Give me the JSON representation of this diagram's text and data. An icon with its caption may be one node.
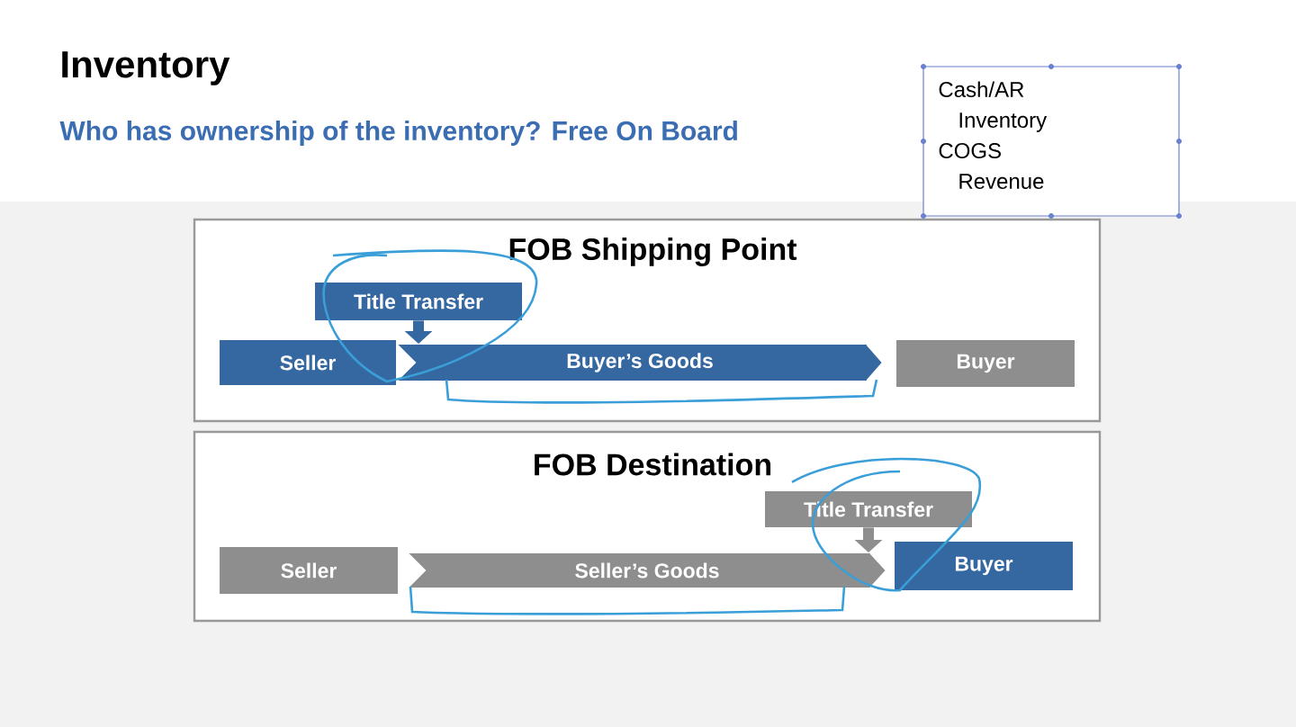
{
  "diagram": {
    "title": "Inventory",
    "nodes": [
      {
        "text": [
          "FOB Shipping Point"
        ]
      },
      {
        "text": [
          "Title Transfer"
        ],
        "in": 0
      },
      {
        "text": [
          "Seller"
        ],
        "in": 0
      },
      {
        "text": [
          "Buyer"
        ],
        "in": 0
      },
      {
        "text": [
          "FOB Destination"
        ]
      },
      {
        "text": [
          "Title Transfer"
        ],
        "in": 4
      },
      {
        "text": [
          "Seller"
        ],
        "in": 4
      },
      {
        "text": [
          "Buyer"
        ],
        "in": 4
      },
      {
        "text": [
          "Cash/AR",
          "Inventory",
          "COGS",
          "Revenue"
        ]
      }
    ],
    "edges": [
      {
        "from": 2,
        "to": 3,
        "arrow": "to",
        "label": "Buyer’s Goods",
        "style": "thick",
        "color": "#3567a0"
      },
      {
        "from": 1,
        "to": null,
        "arrow": "to",
        "color": "#3567a0"
      },
      {
        "from": 6,
        "to": 7,
        "arrow": "to",
        "label": "Seller’s Goods",
        "style": "thick",
        "color": "#8e8e8e"
      },
      {
        "from": 5,
        "to": null,
        "arrow": "to",
        "color": "#8e8e8e"
      }
    ],
    "labels": [
      "Who has ownership of the inventory? Free On Board"
    ]
  }
}
